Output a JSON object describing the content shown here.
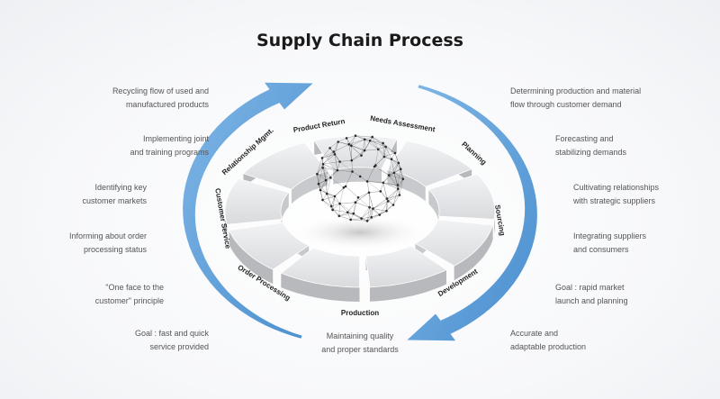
{
  "title": "Supply Chain Process",
  "colors": {
    "arrow": "#5b9bd5",
    "segment_top": "#e6e7e9",
    "segment_side": "#b7b9bd",
    "label": "#222222"
  },
  "center_icon": "wireframe-globe-icon",
  "segments": [
    {
      "label": "Product Return"
    },
    {
      "label": "Needs Assessment"
    },
    {
      "label": "Planning"
    },
    {
      "label": "Sourcing"
    },
    {
      "label": "Development"
    },
    {
      "label": "Production"
    },
    {
      "label": "Order Processing"
    },
    {
      "label": "Customer Service"
    },
    {
      "label": "Relationship Mgmt."
    }
  ],
  "descriptions": {
    "left": [
      "Recycling flow of used and\nmanufactured products",
      "Implementing joint\nand training programs",
      "Identifying key\ncustomer markets",
      "Informing about order\nprocessing status",
      "\"One face to the\ncustomer\" principle",
      "Goal : fast and quick\nservice provided"
    ],
    "right": [
      "Determining production and material\nflow through customer demand",
      "Forecasting and\nstabilizing demands",
      "Cultivating relationships\nwith strategic suppliers",
      "Integrating suppliers\nand consumers",
      "Goal : rapid market\nlaunch and planning",
      "Accurate and\nadaptable production"
    ],
    "bottom": "Maintaining quality\nand proper standards"
  }
}
